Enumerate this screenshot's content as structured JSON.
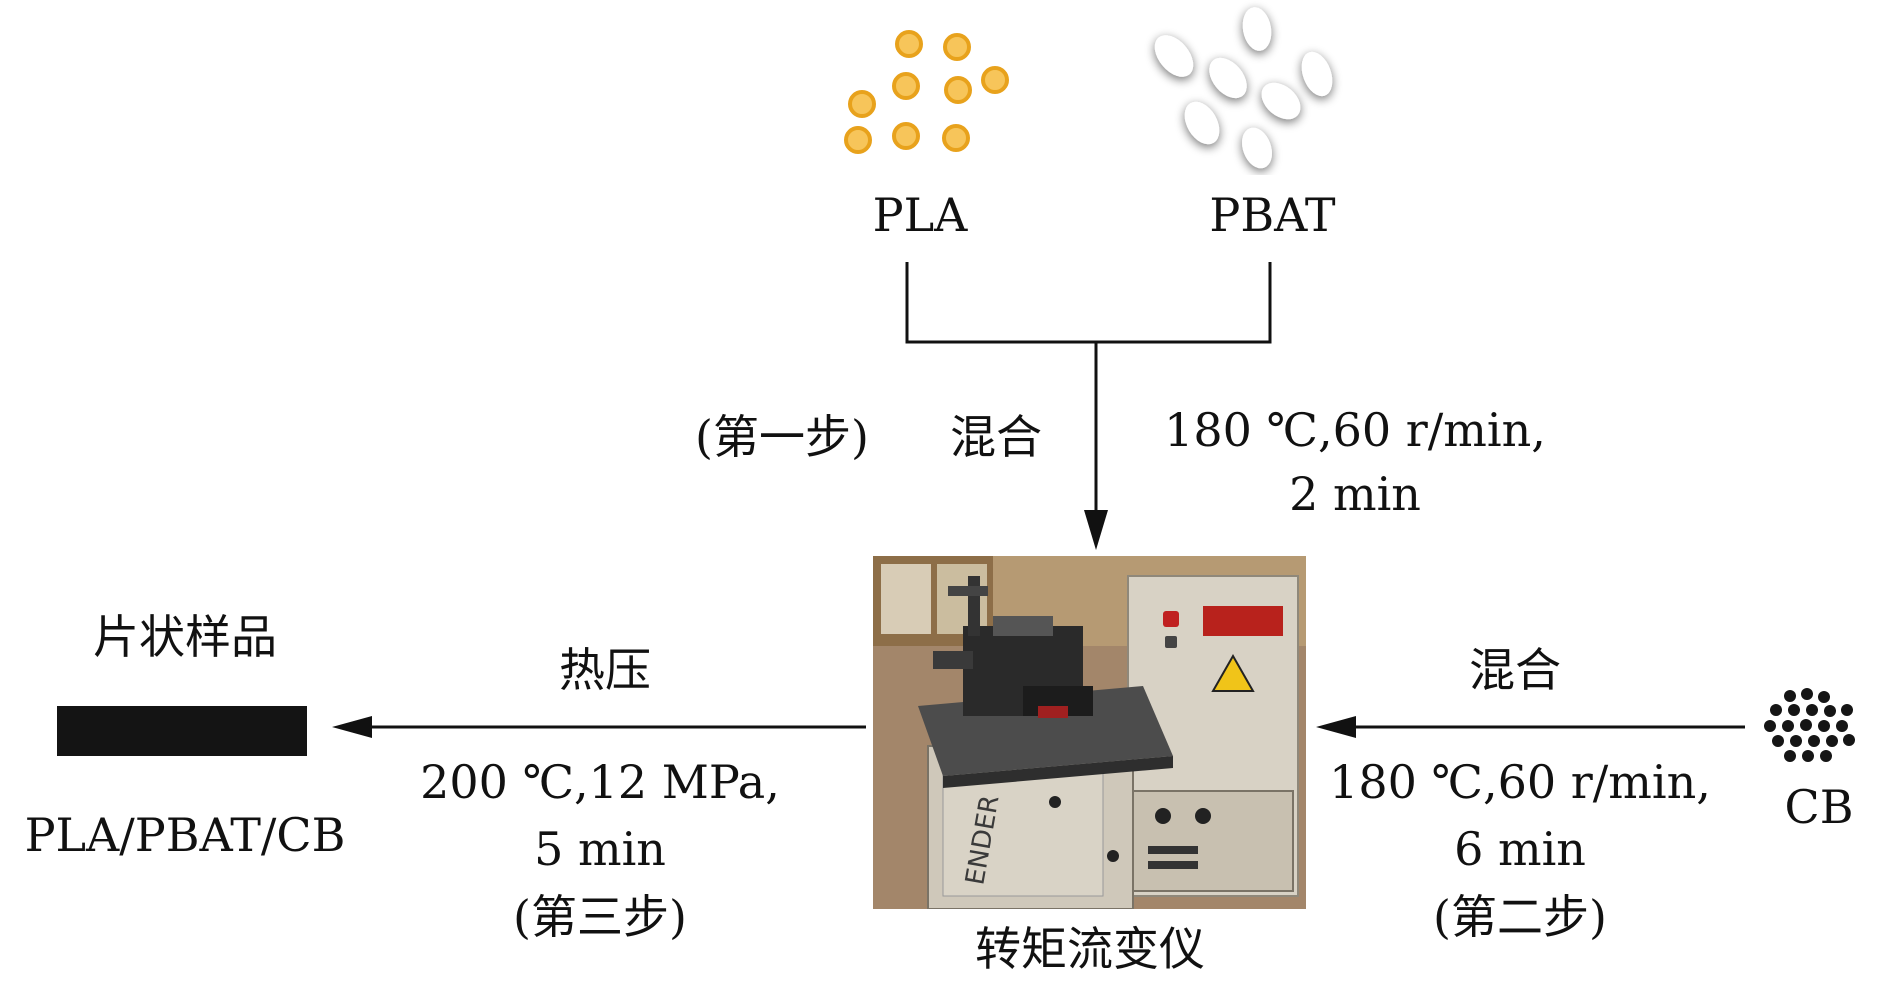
{
  "materials": {
    "pla": "PLA",
    "pbat": "PBAT",
    "cb": "CB"
  },
  "step1": {
    "label": "(第一步)",
    "action": "混合",
    "conditions_line1": "180 ℃,60 r/min,",
    "conditions_line2": "2 min"
  },
  "step2": {
    "action": "混合",
    "conditions_line1": "180 ℃,60 r/min,",
    "conditions_line2": "6 min",
    "label": "(第二步)"
  },
  "step3": {
    "action": "热压",
    "conditions_line1": "200 ℃,12 MPa,",
    "conditions_line2": "5 min",
    "label": "(第三步)"
  },
  "equipment": {
    "name": "转矩流变仪"
  },
  "product": {
    "name": "片状样品",
    "composition": "PLA/PBAT/CB"
  },
  "colors": {
    "pla_pellet": "#f7c55a",
    "pla_pellet_edge": "#e8a21c",
    "pbat_pellet": "#ffffff",
    "cb_particle": "#151515",
    "sheet": "#141414",
    "arrow": "#111111"
  }
}
